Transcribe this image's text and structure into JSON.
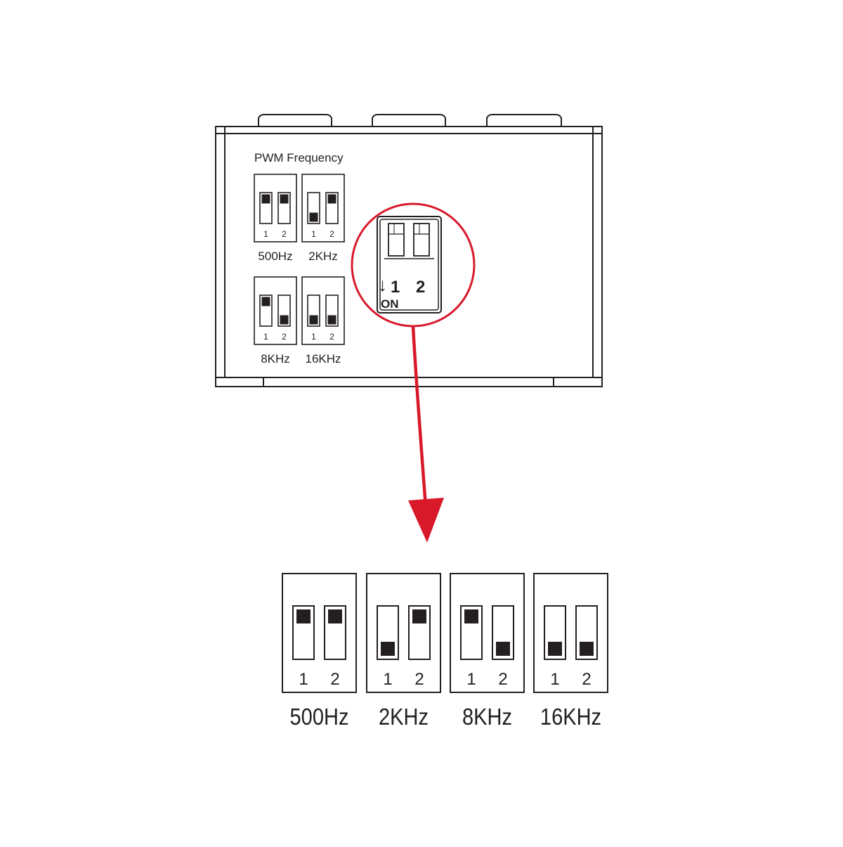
{
  "device": {
    "heading": "PWM Frequency",
    "switch_numbers": [
      "1",
      "2"
    ],
    "settings": [
      {
        "label": "500Hz",
        "sw1": "up",
        "sw2": "up"
      },
      {
        "label": "2KHz",
        "sw1": "down",
        "sw2": "up"
      },
      {
        "label": "8KHz",
        "sw1": "up",
        "sw2": "down"
      },
      {
        "label": "16KHz",
        "sw1": "down",
        "sw2": "down"
      }
    ]
  },
  "callout": {
    "num1": "1",
    "num2": "2",
    "on_label": "ON",
    "arrow_glyph": "↓"
  },
  "legend": {
    "settings": [
      {
        "label": "500Hz",
        "sw1": "up",
        "sw2": "up"
      },
      {
        "label": "2KHz",
        "sw1": "down",
        "sw2": "up"
      },
      {
        "label": "8KHz",
        "sw1": "up",
        "sw2": "down"
      },
      {
        "label": "16KHz",
        "sw1": "down",
        "sw2": "down"
      }
    ]
  },
  "colors": {
    "line": "#231f20",
    "accent_red": "#d7192a",
    "background": "#ffffff"
  }
}
